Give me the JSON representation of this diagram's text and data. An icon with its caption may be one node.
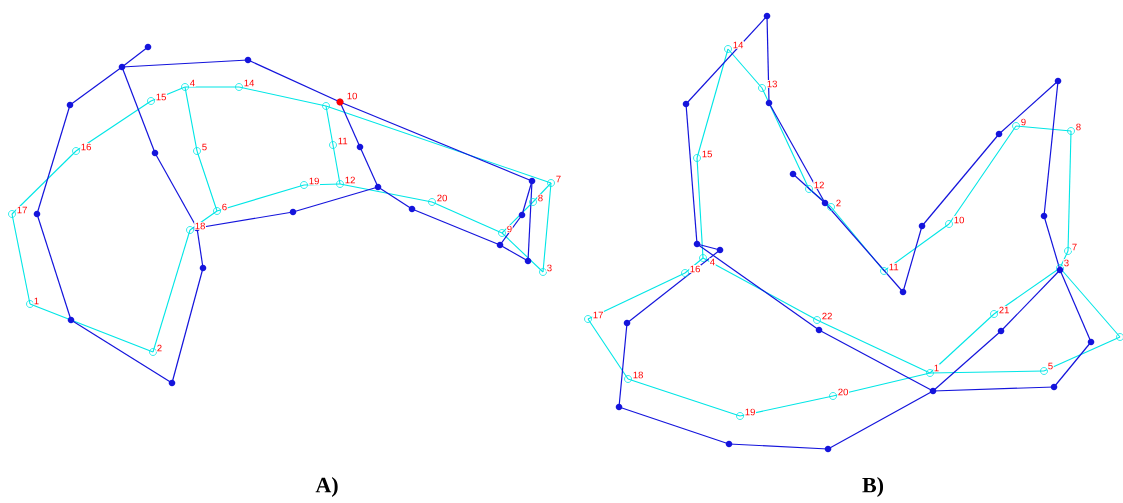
{
  "diagram": {
    "labels": [
      "1",
      "2",
      "3",
      "4",
      "5",
      "6",
      "7",
      "8",
      "9",
      "10",
      "11",
      "12",
      "14",
      "15",
      "16",
      "17",
      "18",
      "19",
      "20",
      "A)",
      "1",
      "2",
      "3",
      "4",
      "5",
      "7",
      "8",
      "9",
      "10",
      "11",
      "12",
      "13",
      "14",
      "15",
      "16",
      "17",
      "18",
      "19",
      "20",
      "21",
      "22",
      "B)"
    ]
  }
}
